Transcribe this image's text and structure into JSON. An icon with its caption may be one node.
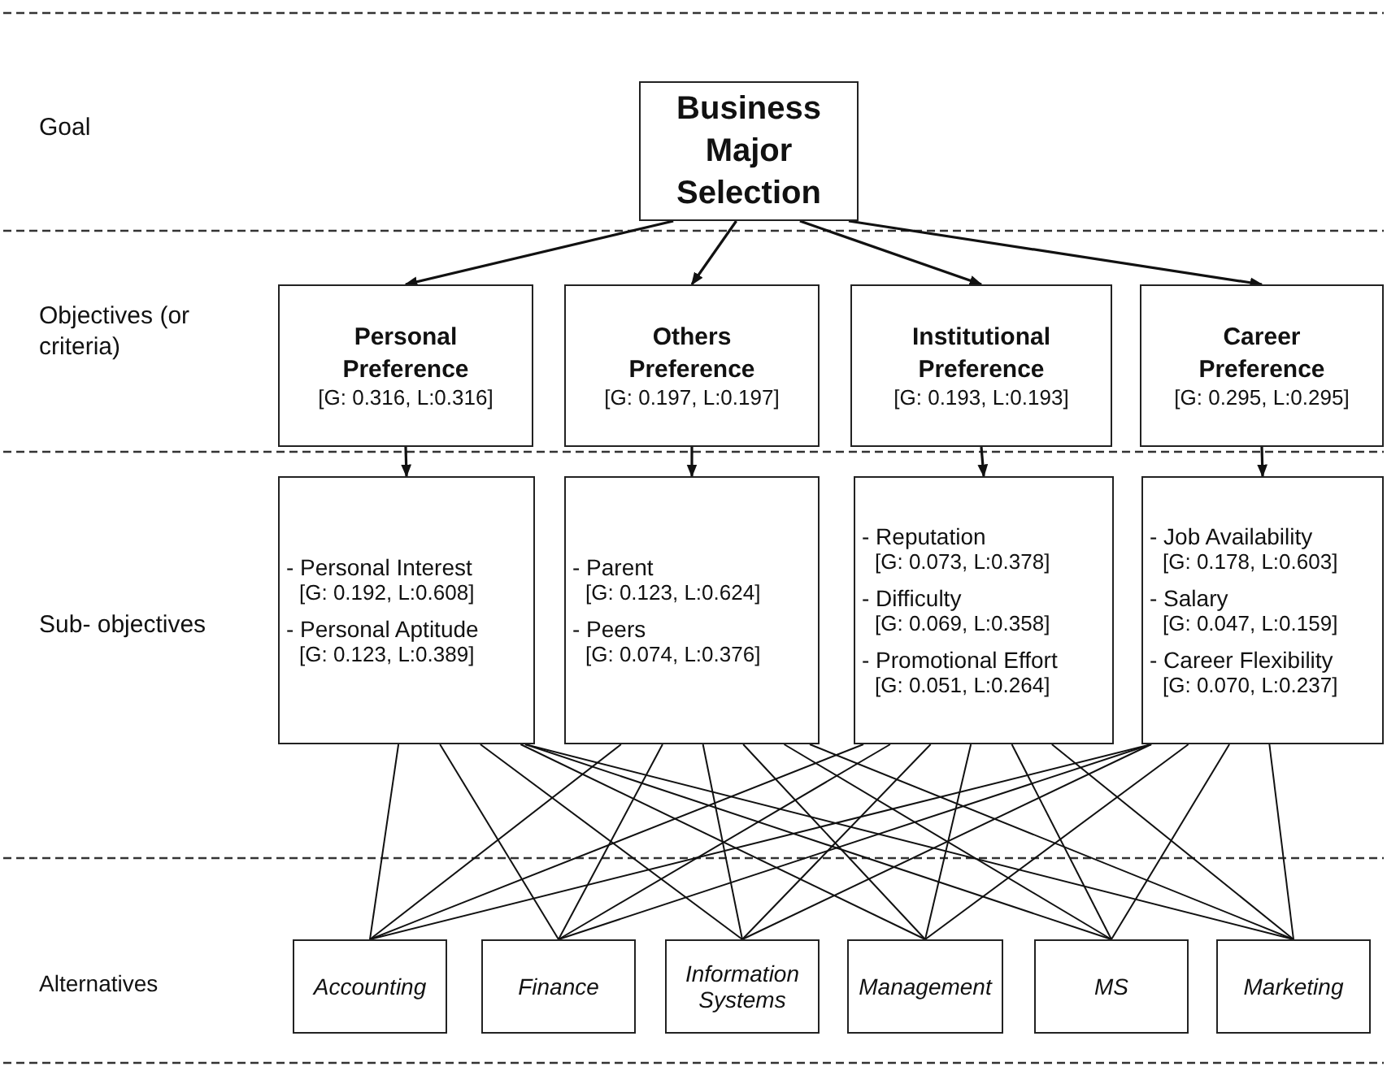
{
  "diagram": {
    "nodes": [
      {
        "text": [
          "Business Major Selection"
        ]
      },
      {
        "text": [
          "Personal Preference",
          "[G: 0.316, L:0.316]"
        ]
      },
      {
        "text": [
          "Others Preference",
          "[G: 0.197, L:0.197]"
        ]
      },
      {
        "text": [
          "Institutional Preference",
          "[G: 0.193, L:0.193]"
        ]
      },
      {
        "text": [
          "Career Preference",
          "[G: 0.295, L:0.295]"
        ]
      },
      {
        "text": [
          "- Personal Interest",
          "[G: 0.192, L:0.608]",
          "- Personal Aptitude",
          "[G: 0.123, L:0.389]"
        ]
      },
      {
        "text": [
          "- Parent",
          "[G: 0.123, L:0.624]",
          "- Peers",
          "[G: 0.074, L:0.376]"
        ]
      },
      {
        "text": [
          "- Reputation",
          "[G: 0.073, L:0.378]",
          "- Difficulty",
          "[G: 0.069, L:0.358]",
          "- Promotional Effort",
          "[G: 0.051, L:0.264]"
        ]
      },
      {
        "text": [
          "- Job Availability",
          "[G: 0.178, L:0.603]",
          "- Salary",
          "[G: 0.047, L:0.159]",
          "- Career Flexibility",
          "[G: 0.070, L:0.237]"
        ]
      },
      {
        "text": [
          "Accounting"
        ]
      },
      {
        "text": [
          "Finance"
        ]
      },
      {
        "text": [
          "Information Systems"
        ]
      },
      {
        "text": [
          "Management"
        ]
      },
      {
        "text": [
          "MS"
        ]
      },
      {
        "text": [
          "Marketing"
        ]
      }
    ],
    "edges": [
      {
        "from": 0,
        "to": 1,
        "arrow": "to"
      },
      {
        "from": 0,
        "to": 2,
        "arrow": "to"
      },
      {
        "from": 0,
        "to": 3,
        "arrow": "to"
      },
      {
        "from": 0,
        "to": 4,
        "arrow": "to"
      },
      {
        "from": 1,
        "to": 5,
        "arrow": "to"
      },
      {
        "from": 2,
        "to": 6,
        "arrow": "to"
      },
      {
        "from": 3,
        "to": 7,
        "arrow": "to"
      },
      {
        "from": 4,
        "to": 8,
        "arrow": "to"
      },
      {
        "from": 5,
        "to": 9,
        "arrow": "none"
      },
      {
        "from": 5,
        "to": 10,
        "arrow": "none"
      },
      {
        "from": 5,
        "to": 11,
        "arrow": "none"
      },
      {
        "from": 5,
        "to": 12,
        "arrow": "none"
      },
      {
        "from": 5,
        "to": 13,
        "arrow": "none"
      },
      {
        "from": 5,
        "to": 14,
        "arrow": "none"
      },
      {
        "from": 6,
        "to": 9,
        "arrow": "none"
      },
      {
        "from": 6,
        "to": 10,
        "arrow": "none"
      },
      {
        "from": 6,
        "to": 11,
        "arrow": "none"
      },
      {
        "from": 6,
        "to": 12,
        "arrow": "none"
      },
      {
        "from": 6,
        "to": 13,
        "arrow": "none"
      },
      {
        "from": 6,
        "to": 14,
        "arrow": "none"
      },
      {
        "from": 7,
        "to": 9,
        "arrow": "none"
      },
      {
        "from": 7,
        "to": 10,
        "arrow": "none"
      },
      {
        "from": 7,
        "to": 11,
        "arrow": "none"
      },
      {
        "from": 7,
        "to": 12,
        "arrow": "none"
      },
      {
        "from": 7,
        "to": 13,
        "arrow": "none"
      },
      {
        "from": 7,
        "to": 14,
        "arrow": "none"
      },
      {
        "from": 8,
        "to": 9,
        "arrow": "none"
      },
      {
        "from": 8,
        "to": 10,
        "arrow": "none"
      },
      {
        "from": 8,
        "to": 11,
        "arrow": "none"
      },
      {
        "from": 8,
        "to": 12,
        "arrow": "none"
      },
      {
        "from": 8,
        "to": 13,
        "arrow": "none"
      },
      {
        "from": 8,
        "to": 14,
        "arrow": "none"
      }
    ],
    "labels": [
      "Goal",
      "Objectives (or criteria)",
      "Sub- objectives",
      "Alternatives"
    ]
  }
}
